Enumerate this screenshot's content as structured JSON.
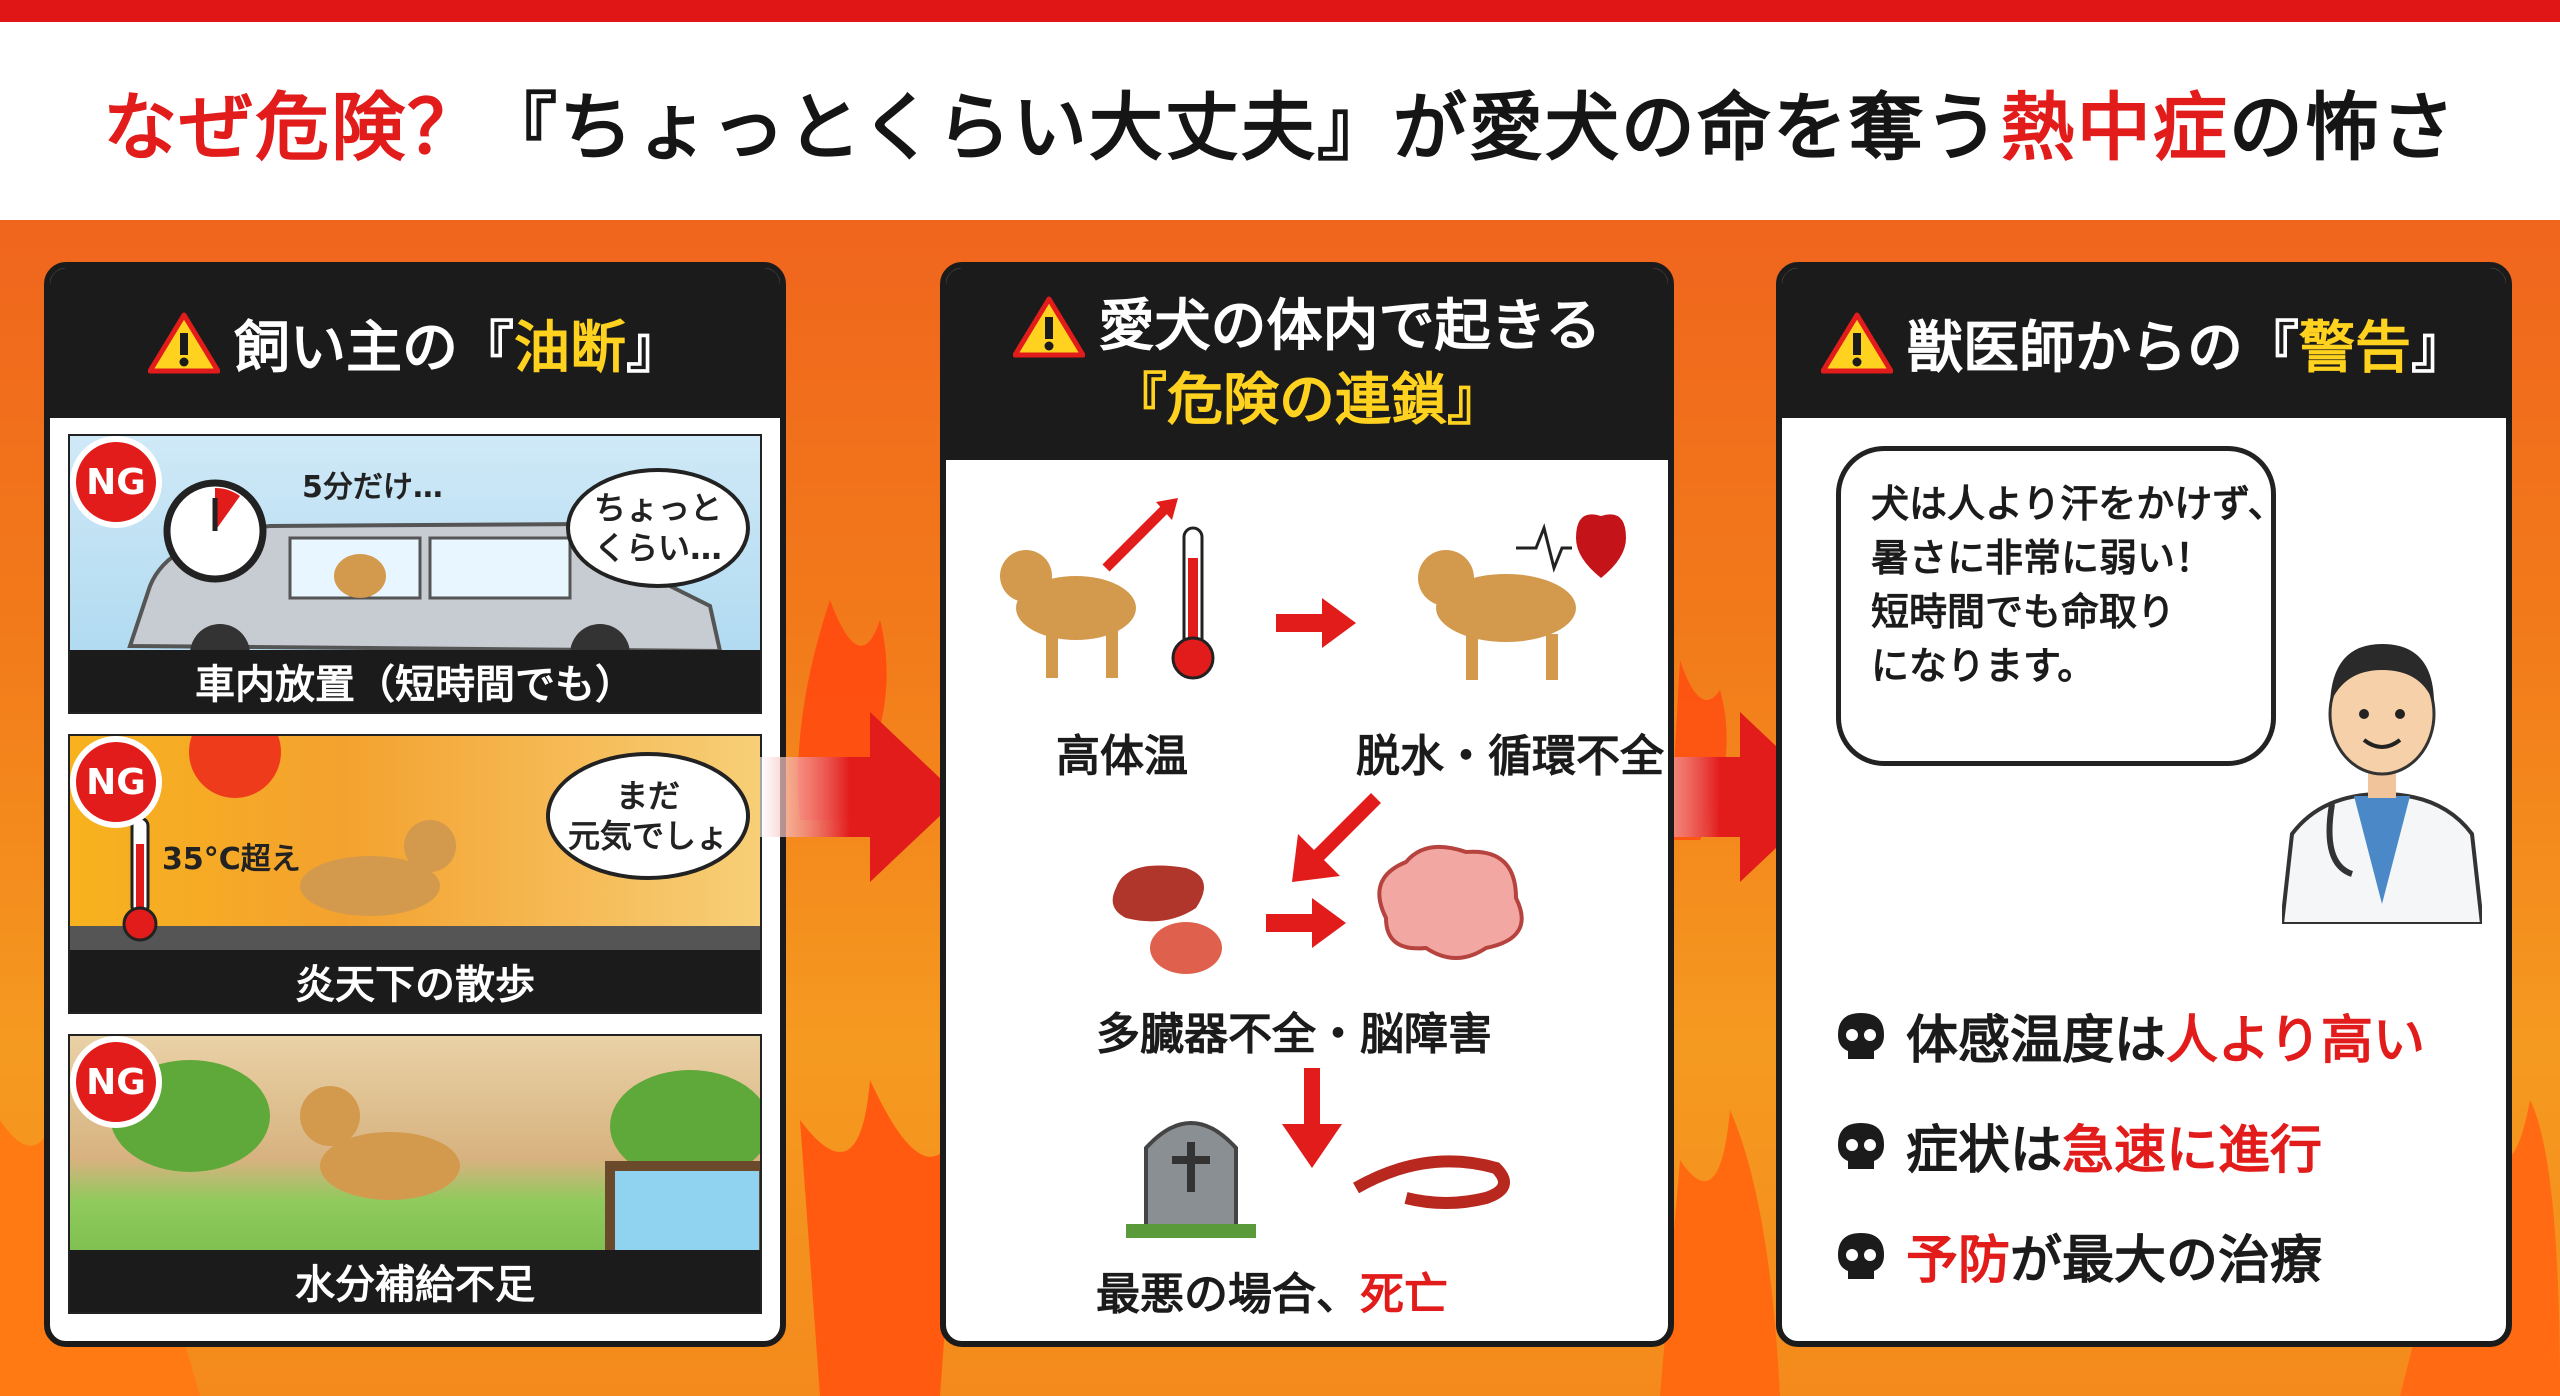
{
  "title": {
    "part1": "なぜ危険？",
    "part2": "『ちょっとくらい大丈夫』が愛犬の命を奪う",
    "part3": "熱中症",
    "part4": "の怖さ"
  },
  "panel1": {
    "heading_prefix": "飼い主の『",
    "heading_highlight": "油断",
    "heading_suffix": "』",
    "scenes": [
      {
        "badge": "NG",
        "note": "5分だけ…",
        "bubble_line1": "ちょっと",
        "bubble_line2": "くらい…",
        "caption": "車内放置（短時間でも）"
      },
      {
        "badge": "NG",
        "note": "35°C超え",
        "bubble_line1": "まだ",
        "bubble_line2": "元気でしょ",
        "caption": "炎天下の散歩"
      },
      {
        "badge": "NG",
        "caption": "水分補給不足"
      }
    ]
  },
  "panel2": {
    "heading_line1": "愛犬の体内で起きる",
    "heading_line2": "『危険の連鎖』",
    "steps": {
      "high_temp": "高体温",
      "dehydration": "脱水・循環不全",
      "organ_failure": "多臓器不全・脳障害",
      "worst_prefix": "最悪の場合、",
      "worst_highlight": "死亡"
    }
  },
  "panel3": {
    "heading_prefix": "獣医師からの『",
    "heading_highlight": "警告",
    "heading_suffix": "』",
    "speech_lines": [
      "犬は人より汗をかけず、",
      "暑さに非常に弱い！",
      "短時間でも命取り",
      "になります。"
    ],
    "bullets": [
      {
        "prefix": "体感温度は",
        "highlight": "人より高い",
        "suffix": ""
      },
      {
        "prefix": "症状は",
        "highlight": "急速に進行",
        "suffix": ""
      },
      {
        "prefix": "",
        "highlight": "予防",
        "suffix": "が最大の治療"
      }
    ]
  },
  "colors": {
    "accent_red": "#e21b1b",
    "highlight_yellow": "#ffd21f",
    "dark": "#1b1b1b"
  }
}
